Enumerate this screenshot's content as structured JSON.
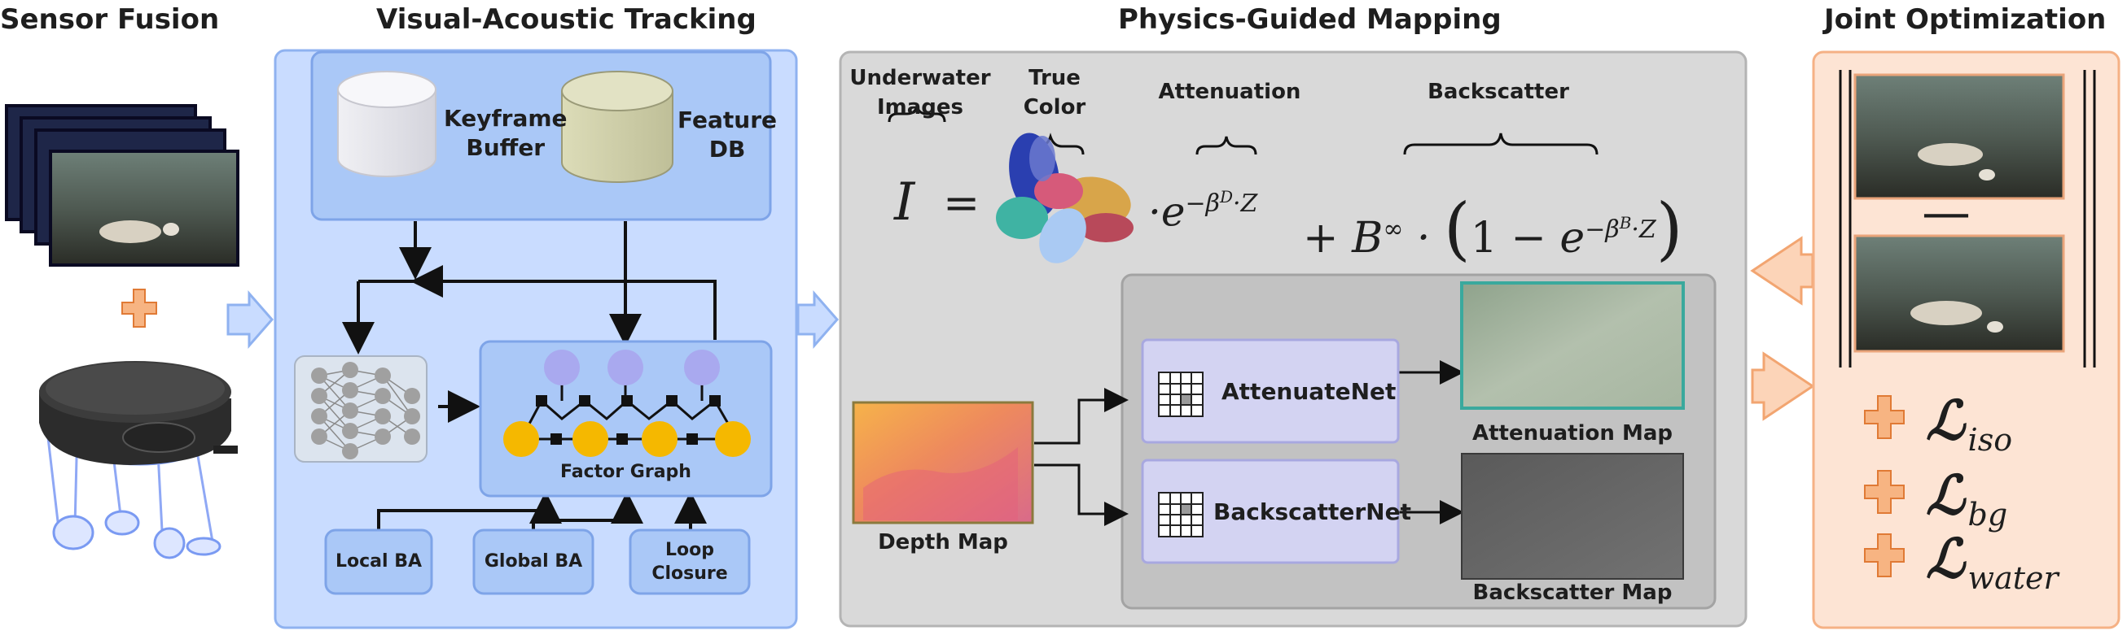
{
  "titles": {
    "sensor_fusion": "Sensor Fusion",
    "tracking": "Visual-Acoustic Tracking",
    "mapping": "Physics-Guided Mapping",
    "optimization": "Joint Optimization"
  },
  "tracking": {
    "keyframe_buffer": [
      "Keyframe",
      "Buffer"
    ],
    "feature_db": [
      "Feature",
      "DB"
    ],
    "factor_graph": "Factor Graph",
    "local_ba": "Local BA",
    "global_ba": "Global BA",
    "loop_closure": [
      "Loop",
      "Closure"
    ]
  },
  "mapping": {
    "terms": {
      "underwater_images": [
        "Underwater",
        "Images"
      ],
      "true_color": [
        "True",
        "Color"
      ],
      "attenuation": "Attenuation",
      "backscatter": "Backscatter"
    },
    "depth_map": "Depth Map",
    "attenuate_net": "AttenuateNet",
    "backscatter_net": "BackscatterNet",
    "attenuation_map": "Attenuation Map",
    "backscatter_map": "Backscatter Map"
  },
  "optimization": {
    "minus": "—",
    "losses": [
      {
        "symbol": "ℒ",
        "subscript": "iso"
      },
      {
        "symbol": "ℒ",
        "subscript": "bg"
      },
      {
        "symbol": "ℒ",
        "subscript": "water"
      }
    ]
  },
  "colors": {
    "tracking_fill": "#c9dcff",
    "tracking_border": "#8fb2f0",
    "inner_blue": "#aac8f7",
    "mapping_fill": "#d9d9d9",
    "mapping_border": "#b4b4b4",
    "net_fill": "#d3d3f2",
    "opt_fill": "#fde4d4",
    "opt_border": "#f5b185",
    "arrow_blue": "#c9dcff",
    "arrow_orange": "#fcd4b8",
    "factor_var": "#f5b800",
    "factor_pose": "#a9a9ef"
  }
}
